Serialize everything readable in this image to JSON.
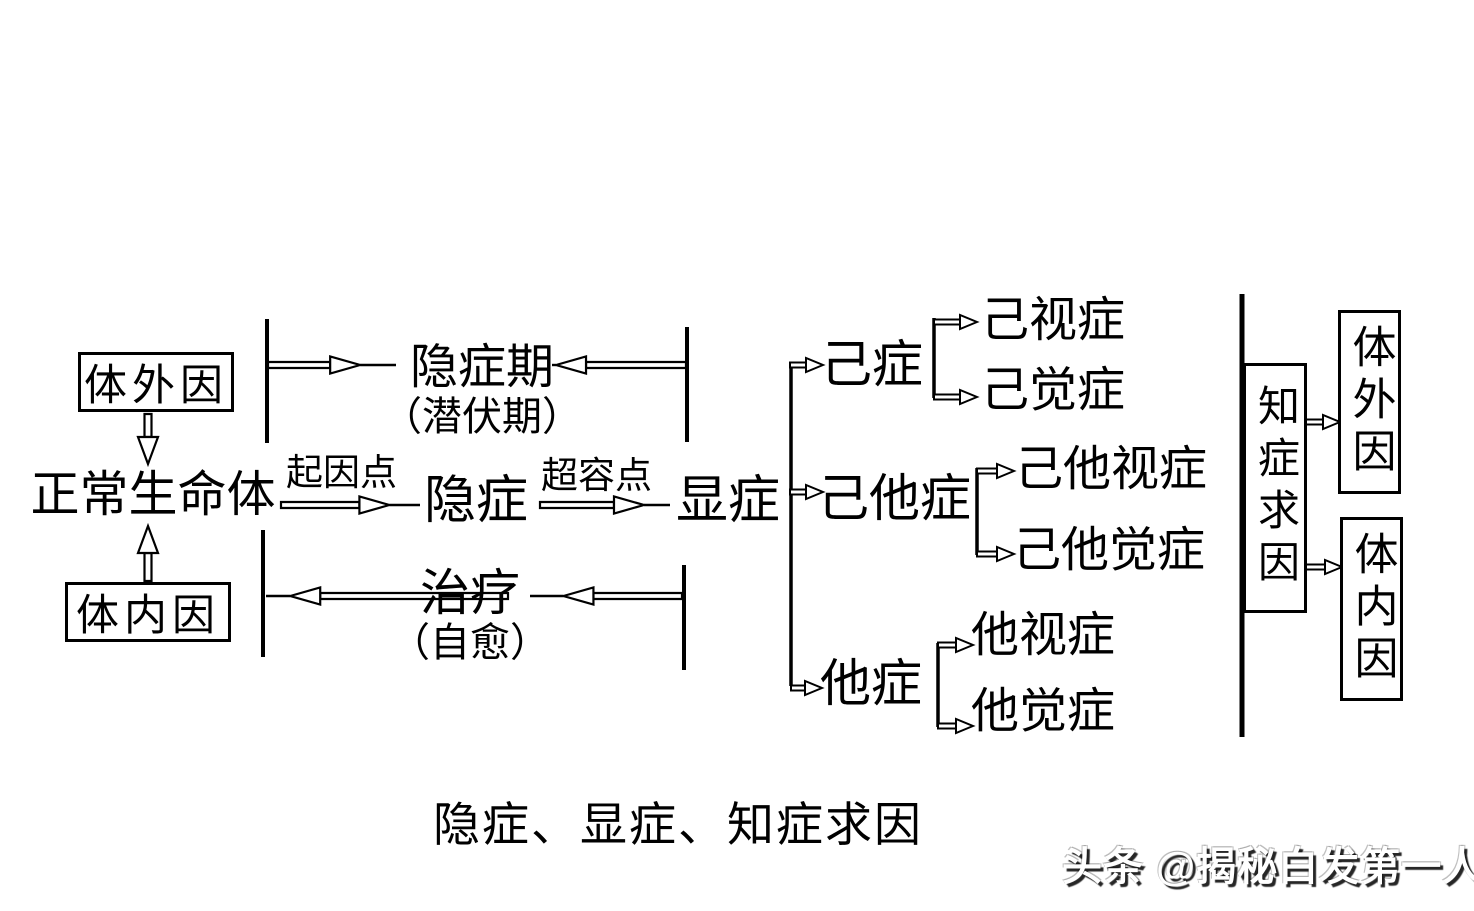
{
  "diagram": {
    "title": "隐症、显症、知症求因",
    "watermark": "头条 @揭秘白发第一人",
    "left": {
      "external_cause": "体外因",
      "normal_life": "正常生命体",
      "internal_cause": "体内因"
    },
    "middle": {
      "hidden_period": "隐症期",
      "latent_period": "（潜伏期）",
      "cause_point": "起因点",
      "hidden_symptom": "隐症",
      "overflow_point": "超容点",
      "visible_symptom": "显症",
      "treatment": "治疗",
      "self_heal": "（自愈）"
    },
    "branches": {
      "self": "己症",
      "self_seen": "己视症",
      "self_felt": "己觉症",
      "self_other": "己他症",
      "self_other_seen": "己他视症",
      "self_other_felt": "己他觉症",
      "other": "他症",
      "other_seen": "他视症",
      "other_felt": "他觉症"
    },
    "right": {
      "know_seek_cause": "知症求因",
      "external_cause": "体外因",
      "internal_cause": "体内因"
    }
  }
}
